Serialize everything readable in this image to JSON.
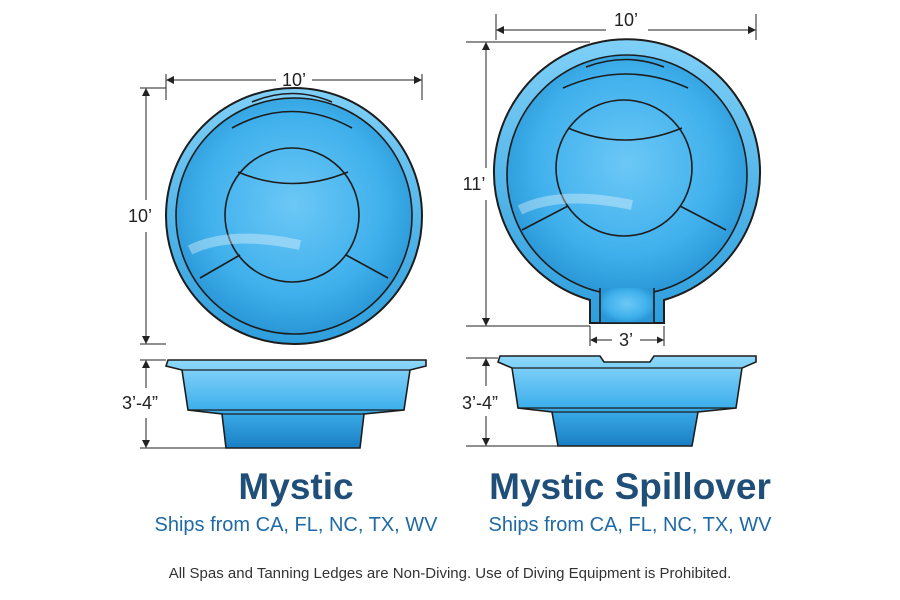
{
  "colors": {
    "water_light": "#8fd8fb",
    "water_mid": "#3fb0ec",
    "water_dark": "#1a7fc4",
    "outline": "#1d1d1d",
    "title": "#1f4e79",
    "subtitle": "#1f6aa5"
  },
  "mystic": {
    "width_label": "10’",
    "length_label": "10’",
    "depth_label": "3’-4”",
    "name": "Mystic",
    "ships_from": "Ships from CA, FL, NC, TX, WV"
  },
  "spillover": {
    "width_label": "10’",
    "length_label": "11’",
    "spill_label": "3’",
    "depth_label": "3’-4”",
    "name": "Mystic Spillover",
    "ships_from": "Ships from CA, FL, NC, TX, WV"
  },
  "disclaimer": "All Spas and Tanning Ledges are Non-Diving. Use of Diving Equipment is Prohibited."
}
